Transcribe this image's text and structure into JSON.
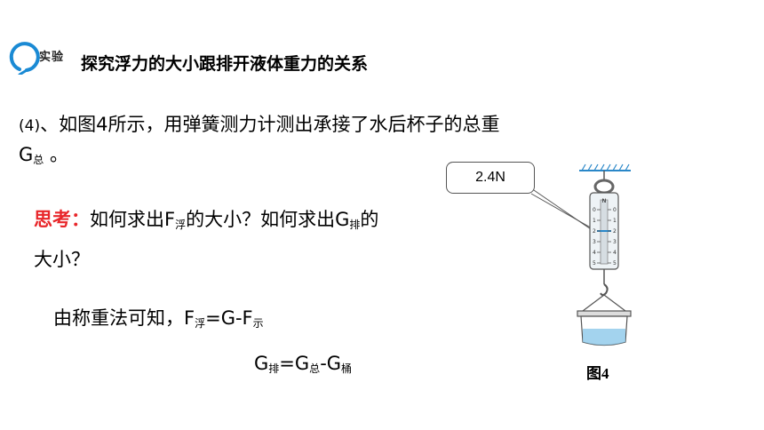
{
  "badge": {
    "label": "实验"
  },
  "header": {
    "title": "探究浮力的大小跟排开液体重力的关系"
  },
  "step": {
    "number": "(4)",
    "text1": "、如图4所示，用弹簧测力计测出承接了水后杯子的总重",
    "g_symbol": "G",
    "g_sub": "总",
    "end_mark": " 。"
  },
  "question": {
    "label": "思考：",
    "p1": "如何求出F",
    "sub1": "浮",
    "p2": "的大小？如何求出G",
    "sub2": "排",
    "p3": "的",
    "line2": "大小？"
  },
  "formula1": {
    "prefix": "由称重法可知，F",
    "sub_a": "浮",
    "mid": "=G-F",
    "sub_b": "示"
  },
  "formula2": {
    "g1": "G",
    "sub1": "排",
    "eq": "=G",
    "sub2": "总",
    "minus": "-G",
    "sub3": "桶"
  },
  "figure": {
    "reading": "2.4N",
    "caption": "图4",
    "scale_labels": [
      "0",
      "1",
      "2",
      "3",
      "4",
      "5"
    ],
    "top_letter": "N"
  },
  "colors": {
    "accent_red": "#e8262a",
    "badge_blue": "#1a8ad4",
    "water_blue": "#8cc8ea"
  }
}
